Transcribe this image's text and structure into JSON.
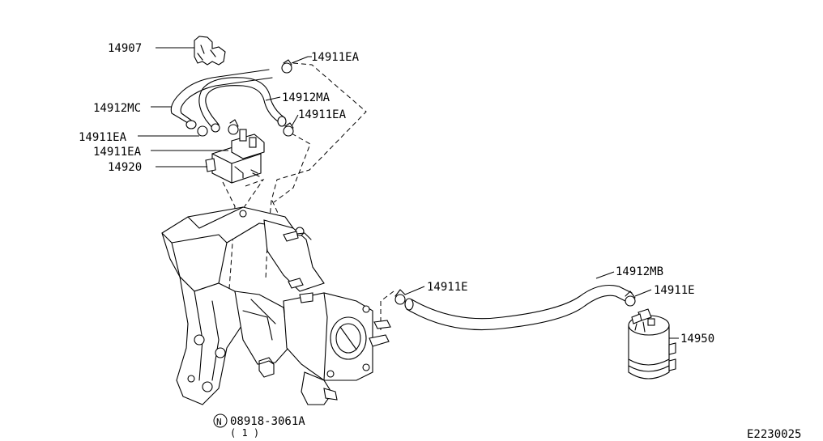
{
  "labels": {
    "p14907": "14907",
    "p14911ea_top": "14911EA",
    "p14912mc": "14912MC",
    "p14912ma": "14912MA",
    "p14911ea_mid": "14911EA",
    "p14911ea_left1": "14911EA",
    "p14911ea_left2": "14911EA",
    "p14920": "14920",
    "p14911e_mid": "14911E",
    "p14912mb": "14912MB",
    "p14911e_right": "14911E",
    "p14950": "14950",
    "bolt_symbol": "N",
    "bolt_part": "08918-3061A",
    "bolt_qty": "( 1 )",
    "diagram_id": "E2230025"
  }
}
